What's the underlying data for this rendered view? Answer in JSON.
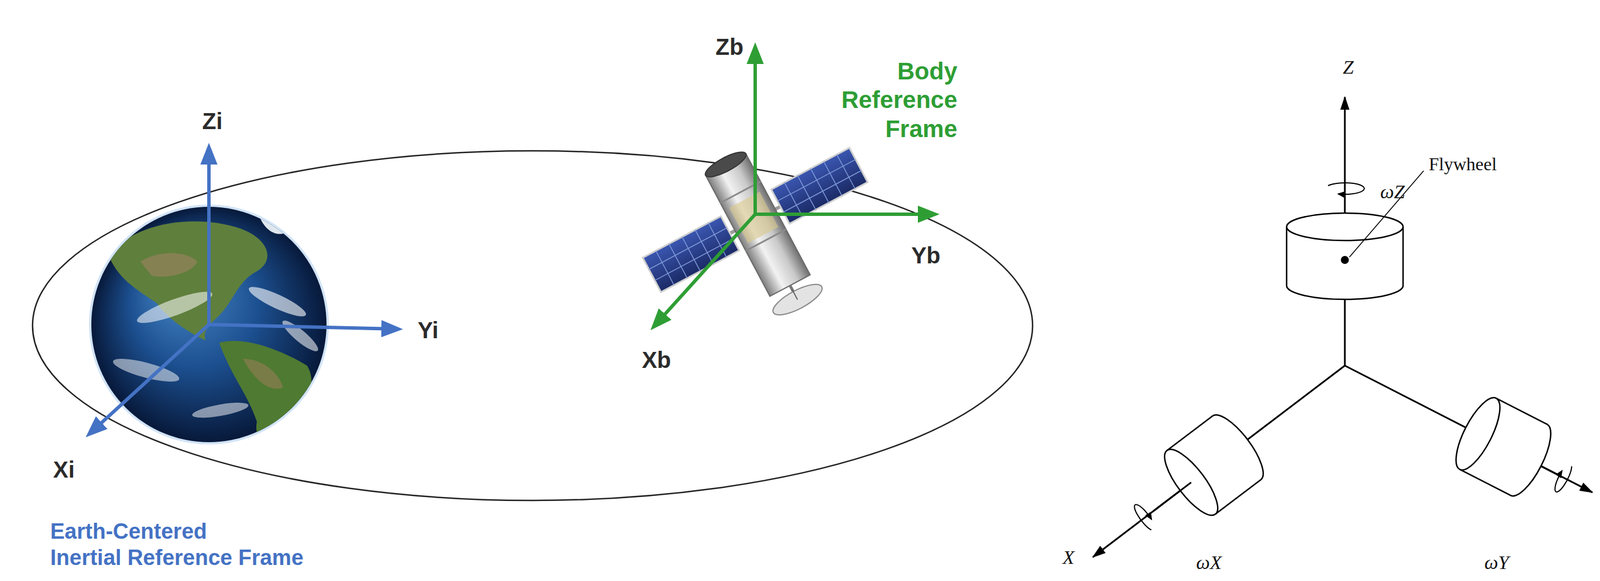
{
  "diagram": {
    "labels": [
      "Zi",
      "Yi",
      "Xi",
      "Earth-Centered Inertial Reference Frame",
      "Zb",
      "Body Reference Frame",
      "Yb",
      "Xb",
      "Z",
      "ωZ",
      "Flywheel",
      "X",
      "ωX",
      "ωY"
    ]
  }
}
